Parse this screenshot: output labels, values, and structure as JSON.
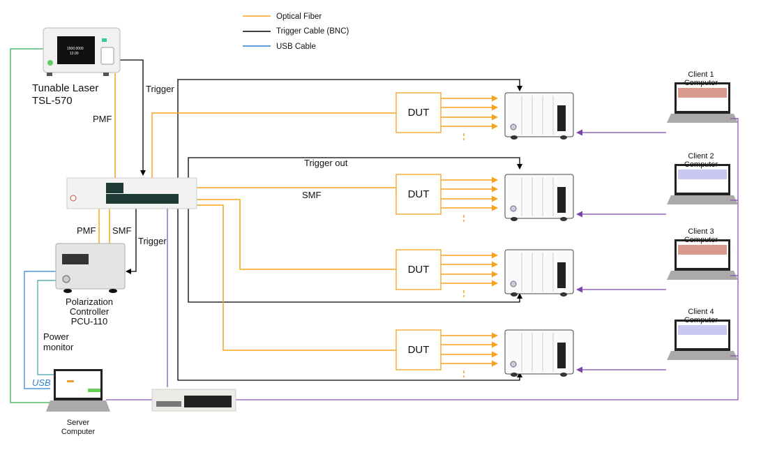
{
  "legend": [
    {
      "label": "Optical Fiber",
      "color": "#f7a21b"
    },
    {
      "label": "Trigger Cable (BNC)",
      "color": "#000000"
    },
    {
      "label": "USB Cable",
      "color": "#2f7fd0"
    }
  ],
  "colors": {
    "fiber": "#f7a21b",
    "trigger": "#000000",
    "usb": "#2f7fd0",
    "lan": "#8a55b8",
    "power_monitor": "#3c9fa6",
    "green": "#2eaa4c"
  },
  "laser": {
    "line1": "Tunable Laser",
    "line2": "TSL-570",
    "screen_wavelength": "1500.0000",
    "screen_power": "12.00"
  },
  "labels": {
    "trigger_top": "Trigger",
    "pmf_top": "PMF",
    "trigger_out": "Trigger out",
    "smf": "SMF",
    "pmf_bottom": "PMF",
    "smf_bottom": "SMF",
    "trigger_bottom": "Trigger",
    "power_monitor_1": "Power",
    "power_monitor_2": "monitor",
    "usb": "USB"
  },
  "pcu": {
    "line1": "Polarization",
    "line2": "Controller",
    "line3": "PCU-110"
  },
  "server": {
    "line1": "Server",
    "line2": "Computer"
  },
  "duts": [
    {
      "label": "DUT",
      "client1": "Client 1",
      "client2": "Computer"
    },
    {
      "label": "DUT",
      "client1": "Client 2",
      "client2": "Computer"
    },
    {
      "label": "DUT",
      "client1": "Client 3",
      "client2": "Computer"
    },
    {
      "label": "DUT",
      "client1": "Client 4",
      "client2": "Computer"
    }
  ]
}
